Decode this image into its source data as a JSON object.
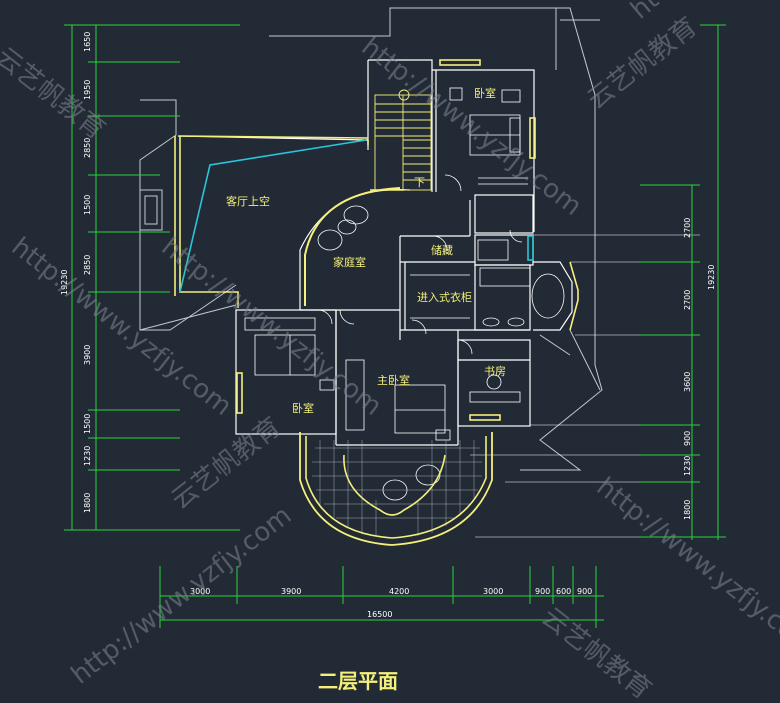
{
  "colors": {
    "background": "#222a35",
    "walls": "#ffffff",
    "balcony_lines": "#f4f07a",
    "dimension_lines": "#29d23b",
    "roof_lines": "#c6c9ce",
    "void_edge": "#28c6d8"
  },
  "title": "二层平面",
  "rooms": {
    "living_void": "客厅上空",
    "family_room": "家庭室",
    "bedroom_top": "卧室",
    "storage": "储藏",
    "walk_in_closet": "进入式衣柜",
    "master_bedroom": "主卧室",
    "study": "书房",
    "bedroom_left": "卧室"
  },
  "stair_mark": "下",
  "dims_left": [
    "1650",
    "1950",
    "2850",
    "1500",
    "2850",
    "3900",
    "1500",
    "1230",
    "1800"
  ],
  "dim_left_total": "19230",
  "dims_right": [
    "2700",
    "2700",
    "3600",
    "900",
    "1230",
    "1800"
  ],
  "dim_right_total": "19230",
  "dims_bottom": [
    "3000",
    "3900",
    "4200",
    "3000",
    "900",
    "600",
    "900"
  ],
  "dim_bottom_total": "16500",
  "watermarks": [
    "云艺帆教育",
    "http://www.yzfjy.com"
  ]
}
